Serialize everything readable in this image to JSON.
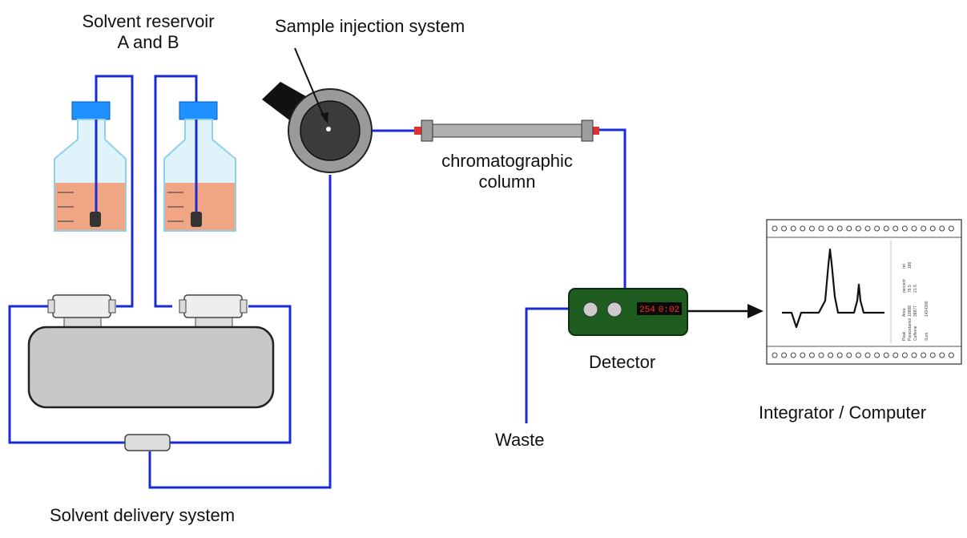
{
  "labels": {
    "reservoir_line1": "Solvent reservoir",
    "reservoir_line2": "A and B",
    "injection": "Sample injection system",
    "column_line1": "chromatographic",
    "column_line2": "column",
    "detector": "Detector",
    "integrator": "Integrator / Computer",
    "waste": "Waste",
    "delivery": "Solvent delivery system"
  },
  "detector_display": {
    "wavelength": "254",
    "reading": "0:02"
  },
  "printout": {
    "col1": [
      "Peak",
      "Paracetamol",
      "Caffeine",
      "",
      "Sum"
    ],
    "col2": [
      "Area",
      "10888",
      "38877",
      "",
      "1424300"
    ],
    "col3": [
      "percent",
      "78.5",
      "21.5",
      "",
      ""
    ],
    "col4": [
      "ret",
      "186",
      "",
      "",
      ""
    ]
  },
  "colors": {
    "tubing": "#1a2bd6",
    "solvent": "#f0a584",
    "bottle_cap": "#1e90ff",
    "detector_body": "#1f5c1f",
    "display_text": "#ff2a2a"
  }
}
